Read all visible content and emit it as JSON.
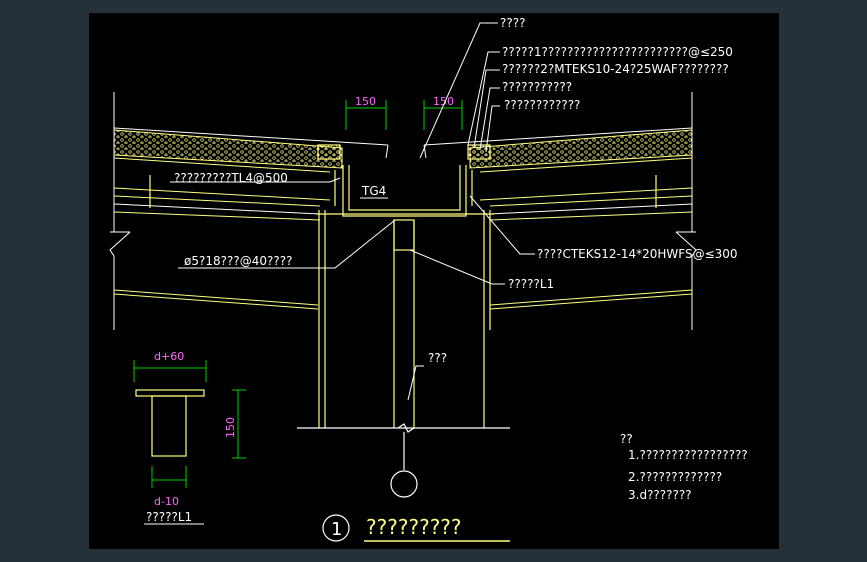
{
  "colors": {
    "bg_outer": "#253038",
    "canvas": "#000000",
    "line_white": "#ffffff",
    "line_yellow": "#ffff80",
    "dim_green": "#00d000",
    "dim_text": "#ff66ff",
    "insulation": "#ffff80"
  },
  "labels": {
    "top": "????",
    "note_a": "?????1???????????????????????@≤250",
    "note_b": "??????2?MTEKS10-24?25WAF????????",
    "note_c": "???????????",
    "note_d": "????????????",
    "tl4": "?????????TL4@500",
    "tg4": "TG4",
    "ctek": "????CTEKS12-14*20HWFS@≤300",
    "phi": "ø5?18???@40????",
    "l1_right": "?????L1",
    "col_label": "???",
    "detail_caption": "?????L1"
  },
  "dimensions": {
    "gap_left": "150",
    "gap_right": "150",
    "width_top": "d+60",
    "height": "150",
    "width_bottom": "d-10"
  },
  "notes": {
    "title": "??",
    "items": [
      "1.?????????????????",
      "2.?????????????",
      "3.d???????"
    ]
  },
  "title": {
    "number": "1",
    "text": "?????????"
  }
}
